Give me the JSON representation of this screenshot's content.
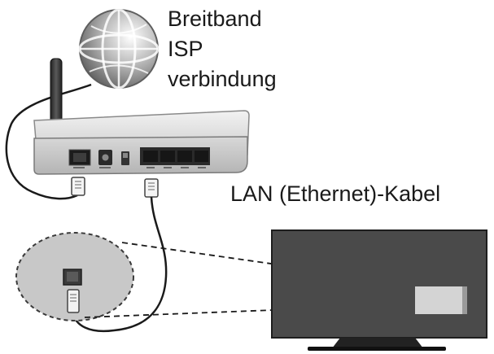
{
  "labels": {
    "isp_line1": "Breitband",
    "isp_line2": "ISP",
    "isp_line3": "verbindung",
    "lan_cable": "LAN (Ethernet)-Kabel"
  },
  "icons": {
    "internet": "globe-icon",
    "router": "router-icon",
    "tv": "tv-icon"
  },
  "colors": {
    "line": "#1a1a1a",
    "router_body": "#d6d6d6",
    "tv_screen": "#4a4a4a",
    "port_highlight": "#c8c8c8"
  }
}
